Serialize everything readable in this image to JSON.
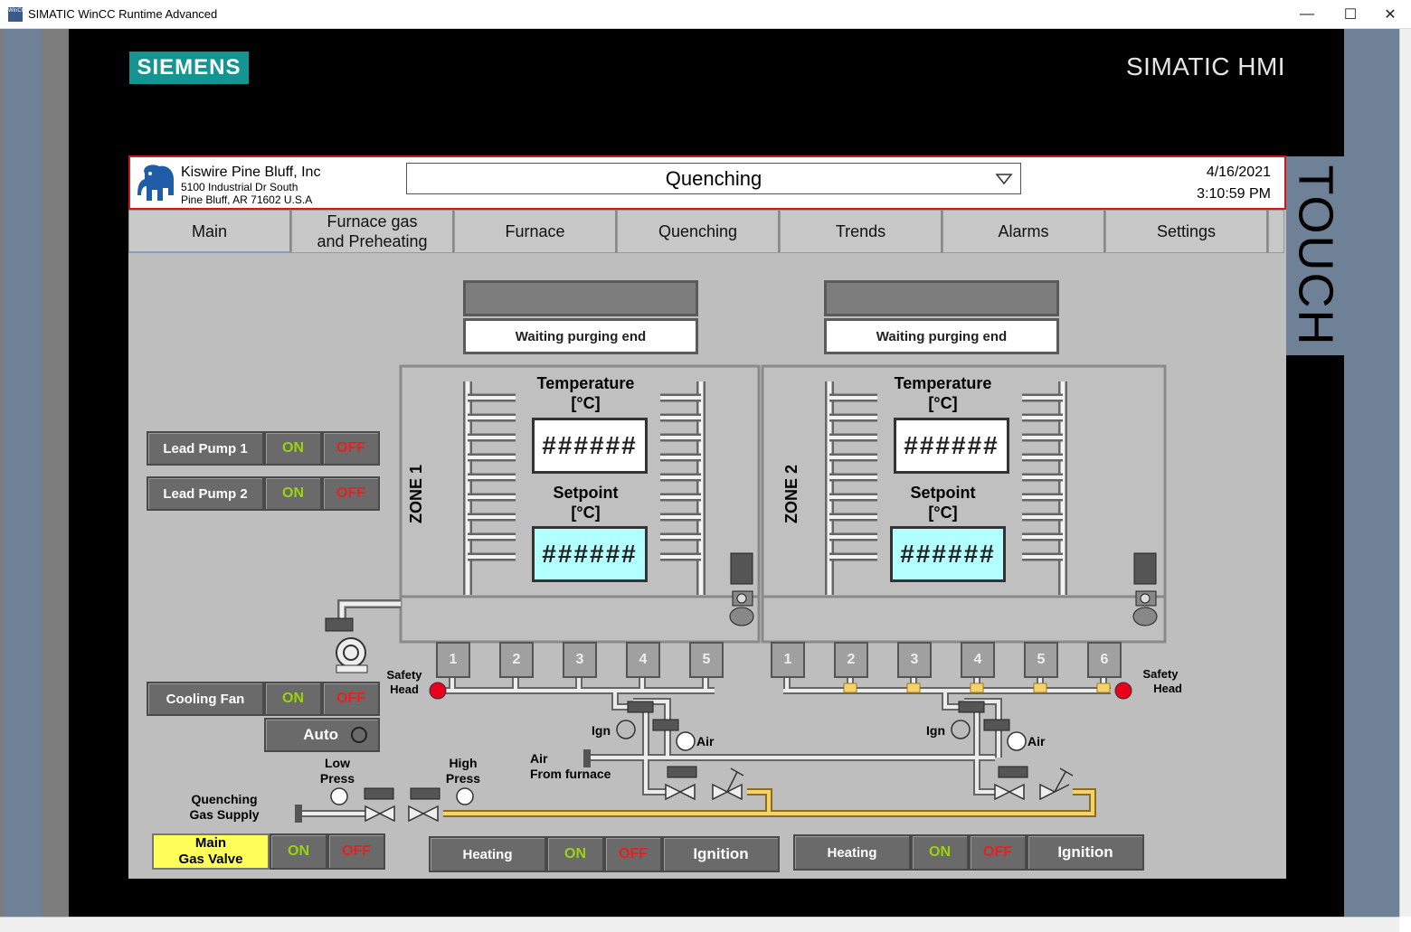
{
  "window": {
    "title": "SIMATIC WinCC Runtime Advanced",
    "minimize": "—",
    "maximize": "☐",
    "close": "✕"
  },
  "brand": {
    "logo_text": "SIEMENS",
    "product": "SIMATIC HMI",
    "touch": "TOUCH"
  },
  "header": {
    "company": "Kiswire Pine Bluff, Inc",
    "address1": "5100 Industrial Dr South",
    "address2": "Pine Bluff, AR 71602 U.S.A",
    "screen_select": "Quenching",
    "date": "4/16/2021",
    "time": "3:10:59 PM"
  },
  "tabs": [
    {
      "label": "Main"
    },
    {
      "label": "Furnace gas\nand Preheating"
    },
    {
      "label": "Furnace"
    },
    {
      "label": "Quenching"
    },
    {
      "label": "Trends"
    },
    {
      "label": "Alarms"
    },
    {
      "label": "Settings"
    }
  ],
  "zones": [
    {
      "name": "ZONE 1",
      "status": "Waiting purging end",
      "temp_label": "Temperature",
      "temp_unit": "[°C]",
      "temp_value": "######",
      "sp_label": "Setpoint",
      "sp_unit": "[°C]",
      "sp_value": "######"
    },
    {
      "name": "ZONE 2",
      "status": "Waiting purging end",
      "temp_label": "Temperature",
      "temp_unit": "[°C]",
      "temp_value": "######",
      "sp_label": "Setpoint",
      "sp_unit": "[°C]",
      "sp_value": "######"
    }
  ],
  "pumps": [
    {
      "label": "Lead Pump 1",
      "on": "ON",
      "off": "OFF"
    },
    {
      "label": "Lead Pump 2",
      "on": "ON",
      "off": "OFF"
    }
  ],
  "fan": {
    "label": "Cooling Fan",
    "on": "ON",
    "off": "OFF",
    "auto": "Auto"
  },
  "gas": {
    "main_valve_1": "Main",
    "main_valve_2": "Gas Valve",
    "on": "ON",
    "off": "OFF",
    "supply_1": "Quenching",
    "supply_2": "Gas Supply",
    "low_1": "Low",
    "low_2": "Press",
    "high_1": "High",
    "high_2": "Press",
    "air_1": "Air",
    "air_2": "From furnace"
  },
  "burners_zone1": [
    "1",
    "2",
    "3",
    "4",
    "5"
  ],
  "burners_zone2": [
    "1",
    "2",
    "3",
    "4",
    "5",
    "6"
  ],
  "misc": {
    "safety_1": "Safety",
    "safety_2": "Head",
    "ign": "Ign",
    "air": "Air"
  },
  "heating": [
    {
      "label": "Heating",
      "on": "ON",
      "off": "OFF",
      "ignition": "Ignition"
    },
    {
      "label": "Heating",
      "on": "ON",
      "off": "OFF",
      "ignition": "Ignition"
    }
  ],
  "colors": {
    "accent_red": "#d01919",
    "on_green": "#9ad40d",
    "off_red": "#e82020",
    "gas_yellow": "#f5d36a",
    "siemens_teal": "#149591"
  }
}
